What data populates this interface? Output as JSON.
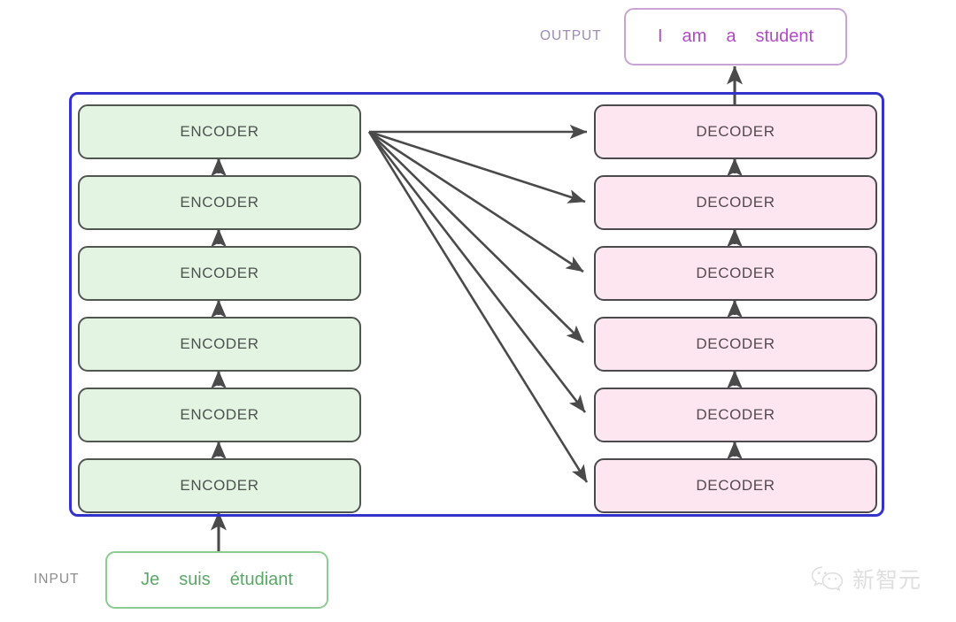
{
  "diagram": {
    "title": "Transformer encoder-decoder stack",
    "colors": {
      "container_border": "#3333cc",
      "encoder_fill": "#e3f4e2",
      "encoder_border": "#4f5750",
      "decoder_fill": "#fde6f0",
      "decoder_border": "#4d4a4d",
      "arrow": "#4a4a4a",
      "output_border": "#c9a4d4",
      "output_text": "#b349c9",
      "output_label": "#9d8ab5",
      "input_border": "#8fcc92",
      "input_text": "#5aa866",
      "input_label": "#8d8d8d",
      "watermark": "#b4b4b4"
    }
  },
  "output": {
    "label": "OUTPUT",
    "tokens": [
      "I",
      "am",
      "a",
      "student"
    ]
  },
  "input": {
    "label": "INPUT",
    "tokens": [
      "Je",
      "suis",
      "étudiant"
    ]
  },
  "encoders": [
    {
      "label": "ENCODER"
    },
    {
      "label": "ENCODER"
    },
    {
      "label": "ENCODER"
    },
    {
      "label": "ENCODER"
    },
    {
      "label": "ENCODER"
    },
    {
      "label": "ENCODER"
    }
  ],
  "decoders": [
    {
      "label": "DECODER"
    },
    {
      "label": "DECODER"
    },
    {
      "label": "DECODER"
    },
    {
      "label": "DECODER"
    },
    {
      "label": "DECODER"
    },
    {
      "label": "DECODER"
    }
  ],
  "watermark": {
    "icon": "wechat-icon",
    "text": "新智元"
  }
}
